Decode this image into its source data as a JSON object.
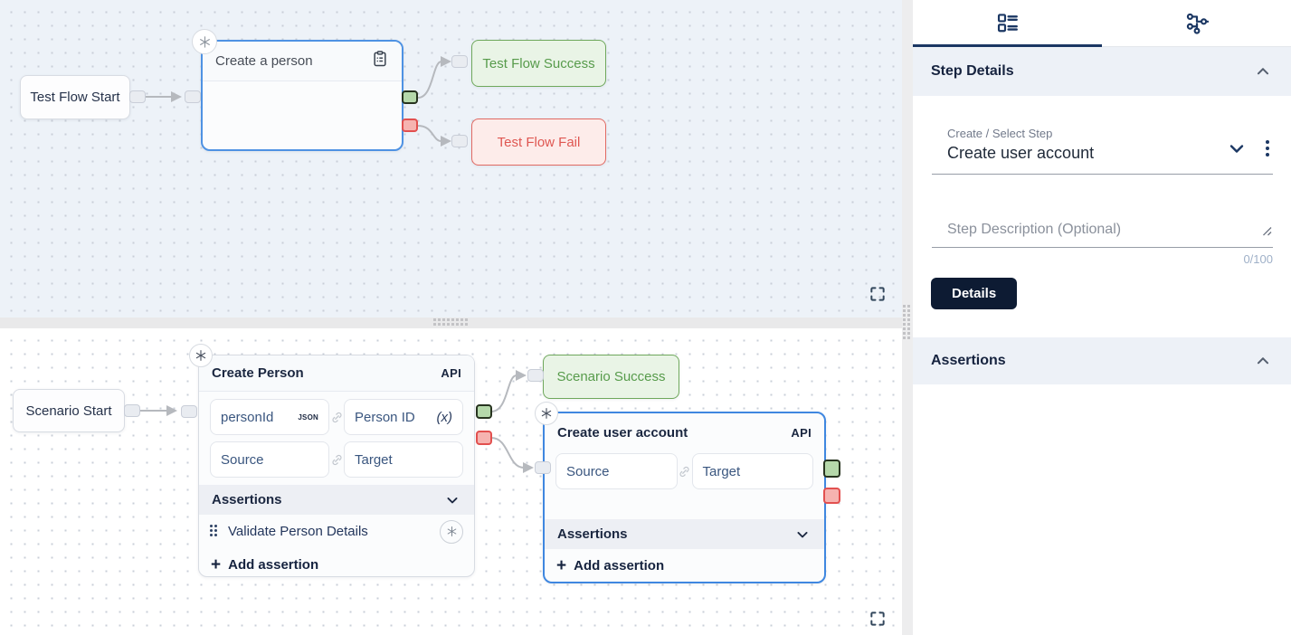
{
  "colors": {
    "accent_navy": "#1b3763",
    "edge_gray": "#b6b9be",
    "success_green": "#579b4b",
    "fail_red": "#df5752",
    "selected_blue": "#3f87e0",
    "button_dark": "#0d1b33",
    "section_bar_bg": "#edf1f7",
    "canvas_top_bg": "#edf2f8"
  },
  "icons": {
    "plus": "+"
  },
  "top_flow": {
    "start_node": {
      "label": "Test Flow Start"
    },
    "step_node": {
      "title": "Create a person"
    },
    "success_node": {
      "label": "Test Flow Success"
    },
    "fail_node": {
      "label": "Test Flow Fail"
    }
  },
  "bottom_flow": {
    "start_node": {
      "label": "Scenario Start"
    },
    "create_person_node": {
      "title": "Create Person",
      "type_badge": "API",
      "param_rows": [
        {
          "left": "personId",
          "left_badge": "JSON",
          "right": "Person ID",
          "right_suffix": "(x)"
        },
        {
          "left": "Source",
          "right": "Target"
        }
      ],
      "assertions_label": "Assertions",
      "assertion_items": [
        {
          "label": "Validate Person Details"
        }
      ],
      "add_assertion_label": "Add assertion"
    },
    "success_node": {
      "label": "Scenario Success"
    },
    "create_user_node": {
      "title": "Create user account",
      "type_badge": "API",
      "param_rows": [
        {
          "left": "Source",
          "right": "Target"
        }
      ],
      "assertions_label": "Assertions",
      "add_assertion_label": "Add assertion"
    }
  },
  "sidebar": {
    "step_details_title": "Step Details",
    "select_step": {
      "label": "Create / Select Step",
      "value": "Create user account"
    },
    "description_field": {
      "placeholder": "Step Description (Optional)",
      "counter": "0/100"
    },
    "details_button_label": "Details",
    "assertions_title": "Assertions"
  }
}
